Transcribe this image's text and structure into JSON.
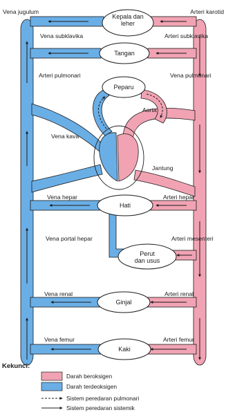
{
  "colors": {
    "oxygenated": "#f1a3b3",
    "deoxygenated": "#6aaee6",
    "outline": "#1a1a1a",
    "organ_fill": "#ffffff"
  },
  "organs": {
    "head_neck": "Kepala dan leher",
    "arms": "Tangan",
    "lungs": "Peparu",
    "liver": "Hati",
    "stomach": "Perut dan usus",
    "kidneys": "Ginjal",
    "legs": "Kaki"
  },
  "labels": {
    "jugular_vein": "Vena jugulum",
    "carotid_artery": "Arteri karotid",
    "subclavian_vein": "Vena subklavika",
    "subclavian_artery": "Arteri subklavika",
    "pulmonary_artery": "Arteri pulmonari",
    "pulmonary_vein": "Vena pulmonari",
    "aorta": "Aorta",
    "vena_cava": "Vena kava",
    "heart": "Jantung",
    "hepatic_vein": "Vena hepar",
    "hepatic_artery": "Arteri hepar",
    "hepatic_portal_vein": "Vena portal hepar",
    "mesenteric_artery": "Arteri mesenteri",
    "renal_vein": "Vena renal",
    "renal_artery": "Arteri renal",
    "femoral_vein": "Vena femur",
    "femoral_artery": "Arteri femur"
  },
  "legend": {
    "title": "Kekunci:",
    "items": [
      "Darah beroksigen",
      "Darah terdeoksigen",
      "Sistem peredaran pulmonari",
      "Sistem peredaran sistemik"
    ]
  }
}
